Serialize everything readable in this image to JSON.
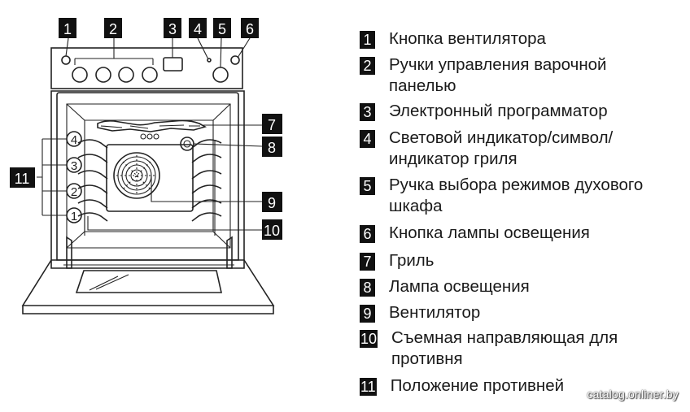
{
  "diagram": {
    "callouts": {
      "c1": "1",
      "c2": "2",
      "c3": "3",
      "c4": "4",
      "c5": "5",
      "c6": "6",
      "c7": "7",
      "c8": "8",
      "c9": "9",
      "c10": "10",
      "c11": "11"
    },
    "shelf_levels": [
      "1",
      "2",
      "3",
      "4"
    ]
  },
  "legend": [
    {
      "num": "1",
      "text": "Кнопка вентилятора"
    },
    {
      "num": "2",
      "text": "Ручки управления варочной панелью"
    },
    {
      "num": "3",
      "text": "Электронный программатор"
    },
    {
      "num": "4",
      "text": "Световой индикатор/символ/ индикатор гриля"
    },
    {
      "num": "5",
      "text": "Ручка выбора режимов духового шкафа"
    },
    {
      "num": "6",
      "text": "Кнопка лампы освещения"
    },
    {
      "num": "7",
      "text": "Гриль"
    },
    {
      "num": "8",
      "text": "Лампа освещения"
    },
    {
      "num": "9",
      "text": "Вентилятор"
    },
    {
      "num": "10",
      "text": "Съемная направляющая для противня"
    },
    {
      "num": "11",
      "text": "Положение противней"
    }
  ],
  "watermark": "catalog.onliner.by"
}
